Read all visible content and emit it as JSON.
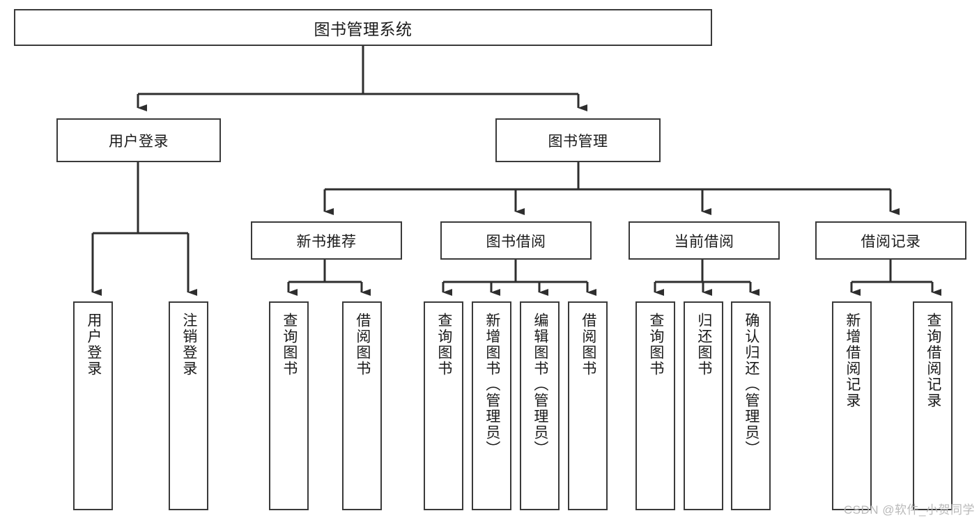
{
  "diagram": {
    "title": "图书管理系统",
    "type": "tree-hierarchy-diagram",
    "watermark": "CSDN @软件_小贺同学",
    "colors": {
      "stroke": "#3a3a3a",
      "fill": "#ffffff",
      "text": "#1a1a1a",
      "watermark": "#b9b9b9"
    },
    "nodes": {
      "root": {
        "label": "图书管理系统"
      },
      "level1": [
        {
          "id": "user-login",
          "label": "用户登录"
        },
        {
          "id": "book-manage",
          "label": "图书管理"
        }
      ],
      "level2": [
        {
          "id": "new-book-recommend",
          "label": "新书推荐"
        },
        {
          "id": "book-borrow",
          "label": "图书借阅"
        },
        {
          "id": "current-borrow",
          "label": "当前借阅"
        },
        {
          "id": "borrow-record",
          "label": "借阅记录"
        }
      ],
      "leaves": {
        "user-login": [
          {
            "id": "leaf-user-login",
            "label": "用户登录"
          },
          {
            "id": "leaf-logout",
            "label": "注销登录"
          }
        ],
        "new-book-recommend": [
          {
            "id": "leaf-query-book-1",
            "label": "查询图书"
          },
          {
            "id": "leaf-borrow-book-1",
            "label": "借阅图书"
          }
        ],
        "book-borrow": [
          {
            "id": "leaf-query-book-2",
            "label": "查询图书"
          },
          {
            "id": "leaf-add-book",
            "label": "新增图书（管理员）"
          },
          {
            "id": "leaf-edit-book",
            "label": "编辑图书（管理员）"
          },
          {
            "id": "leaf-borrow-book-2",
            "label": "借阅图书"
          }
        ],
        "current-borrow": [
          {
            "id": "leaf-query-book-3",
            "label": "查询图书"
          },
          {
            "id": "leaf-return-book",
            "label": "归还图书"
          },
          {
            "id": "leaf-confirm-return",
            "label": "确认归还（管理员）"
          }
        ],
        "borrow-record": [
          {
            "id": "leaf-add-record",
            "label": "新增借阅记录"
          },
          {
            "id": "leaf-query-record",
            "label": "查询借阅记录"
          }
        ]
      }
    }
  }
}
